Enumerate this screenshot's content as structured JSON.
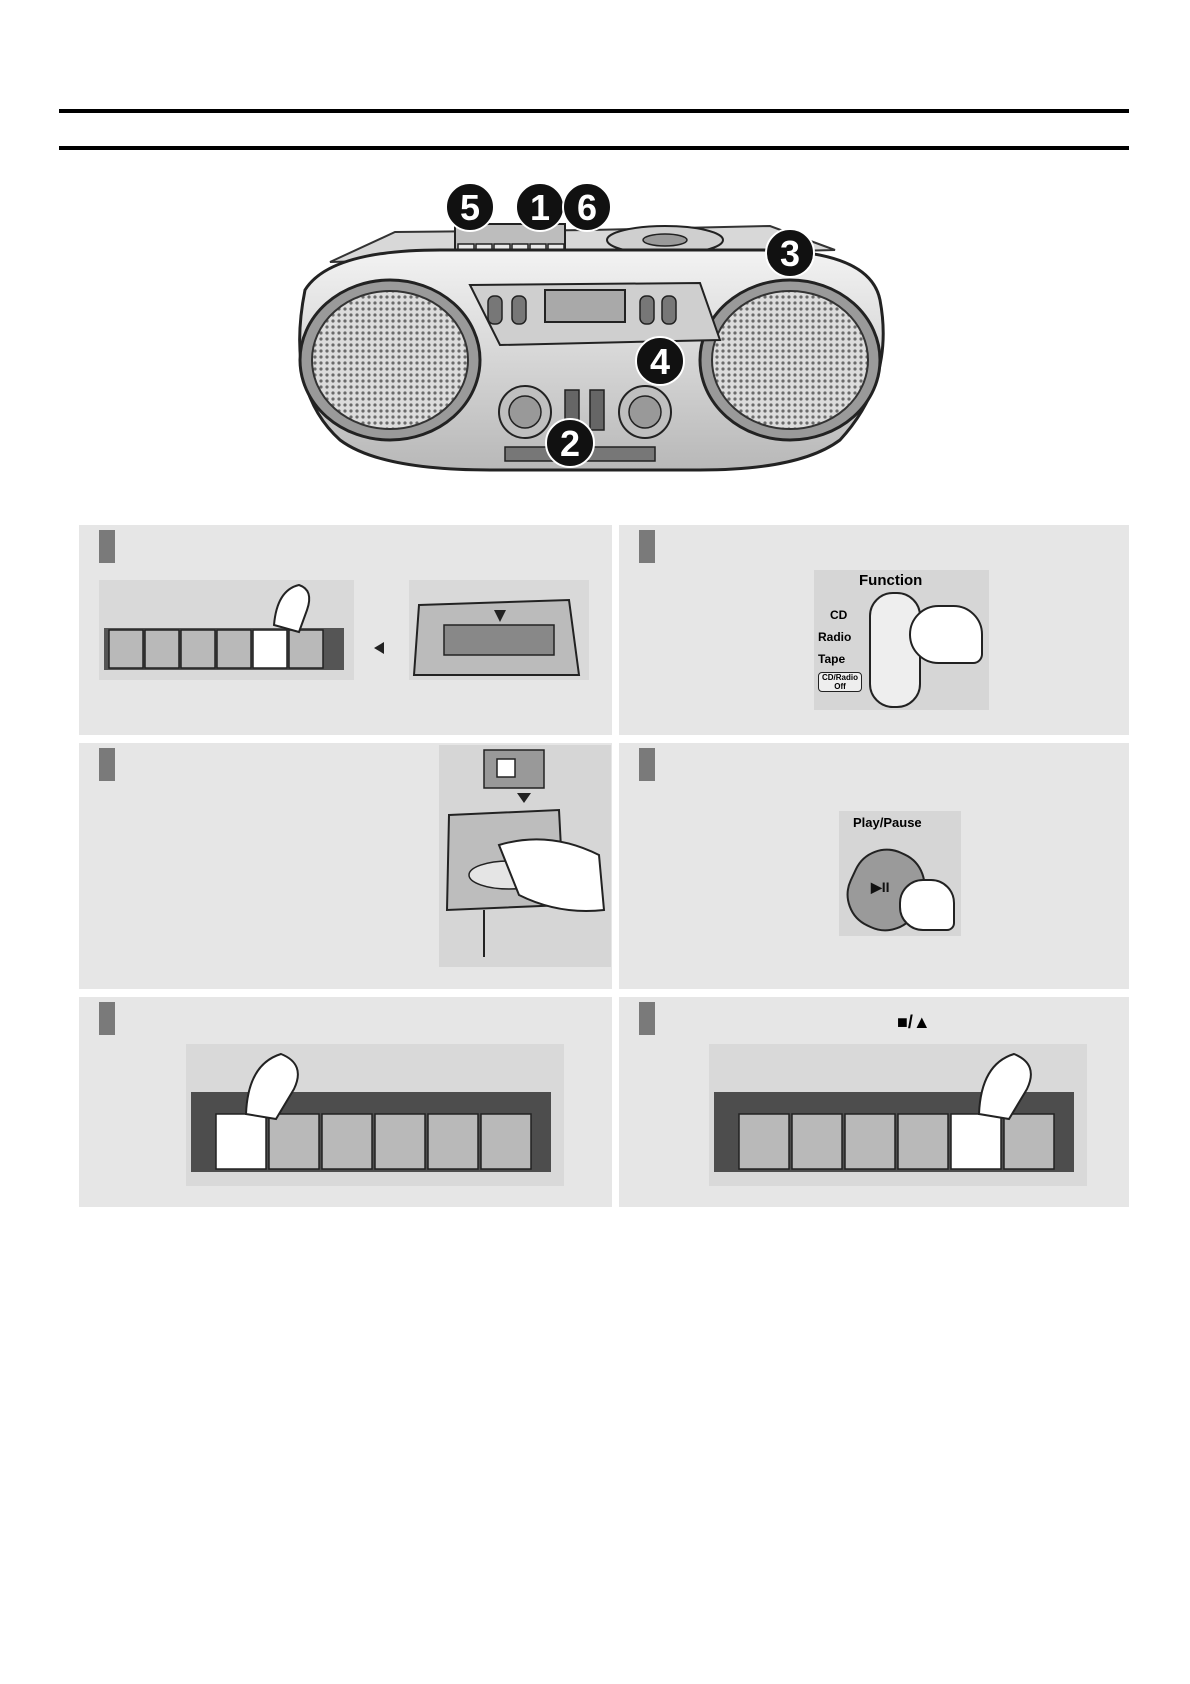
{
  "hero": {
    "callouts": [
      "5",
      "1",
      "6",
      "3",
      "4",
      "2"
    ]
  },
  "steps": [
    {
      "id": 1,
      "description": "press stop/eject to open the cassette door"
    },
    {
      "id": 2,
      "function_label": "Function",
      "options": [
        "CD",
        "Radio",
        "Tape",
        "CD/Radio Off"
      ]
    },
    {
      "id": 3,
      "description": "open CD door and insert disc"
    },
    {
      "id": 4,
      "button_label": "Play/Pause",
      "button_glyph": "▶II"
    },
    {
      "id": 5,
      "description": "press record/play button"
    },
    {
      "id": 6,
      "glyphs": "■/▲"
    }
  ],
  "colors": {
    "panel": "#e6e6e6",
    "tab": "#7a7a7a",
    "callout": "#111111"
  }
}
